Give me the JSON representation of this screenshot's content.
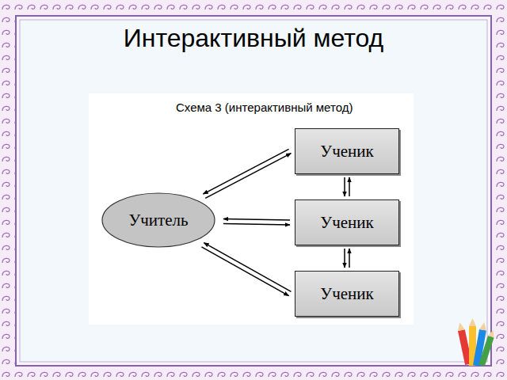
{
  "diagram": {
    "title": "Интерактивный метод",
    "nodes": [
      {
        "text": [
          "Учитель"
        ]
      },
      {
        "text": [
          "Ученик"
        ]
      },
      {
        "text": [
          "Ученик"
        ]
      },
      {
        "text": [
          "Ученик"
        ]
      }
    ],
    "edges": [
      {
        "from": 0,
        "to": 1,
        "arrow": "both"
      },
      {
        "from": 0,
        "to": 2,
        "arrow": "both"
      },
      {
        "from": 0,
        "to": 3,
        "arrow": "both"
      },
      {
        "from": 1,
        "to": 2,
        "arrow": "both"
      },
      {
        "from": 2,
        "to": 3,
        "arrow": "both"
      }
    ],
    "labels": [
      "Схема 3 (интерактивный метод)"
    ]
  }
}
